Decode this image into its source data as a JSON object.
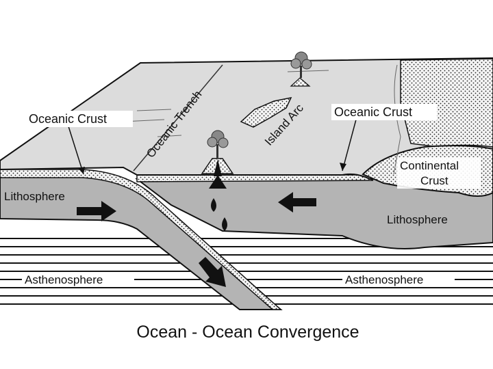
{
  "labels": {
    "oceanic_crust_left": "Oceanic Crust",
    "oceanic_crust_right": "Oceanic Crust",
    "oceanic_trench": "Oceanic Trench",
    "island_arc": "Island Arc",
    "continental_crust_line1": "Continental",
    "continental_crust_line2": "Crust",
    "lithosphere_left": "Lithosphere",
    "lithosphere_right": "Lithosphere",
    "asthenosphere_left": "Asthenosphere",
    "asthenosphere_right": "Asthenosphere"
  },
  "caption": "Ocean - Ocean Convergence",
  "colors": {
    "surface": "#dcdcdc",
    "lithosphere": "#b4b4b4",
    "crust": "#f4f4f4",
    "ink": "#111111"
  },
  "icons": [
    "tree-icon",
    "volcano-icon",
    "magma-droplet-icon",
    "arrow-icon"
  ]
}
